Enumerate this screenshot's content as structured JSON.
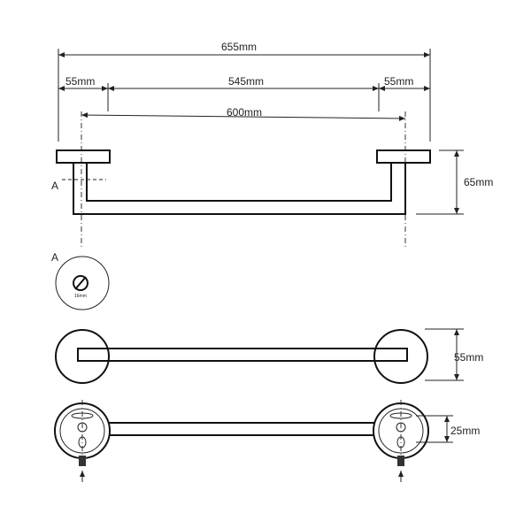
{
  "dimensions": {
    "total": "655mm",
    "left_flange": "55mm",
    "inner": "545mm",
    "right_flange": "55mm",
    "centers": "600mm",
    "depth": "65mm",
    "diameter": "55mm",
    "bracket": "25mm"
  },
  "section": {
    "label_marker": "A",
    "label": "A",
    "bar_size": "16mm"
  }
}
